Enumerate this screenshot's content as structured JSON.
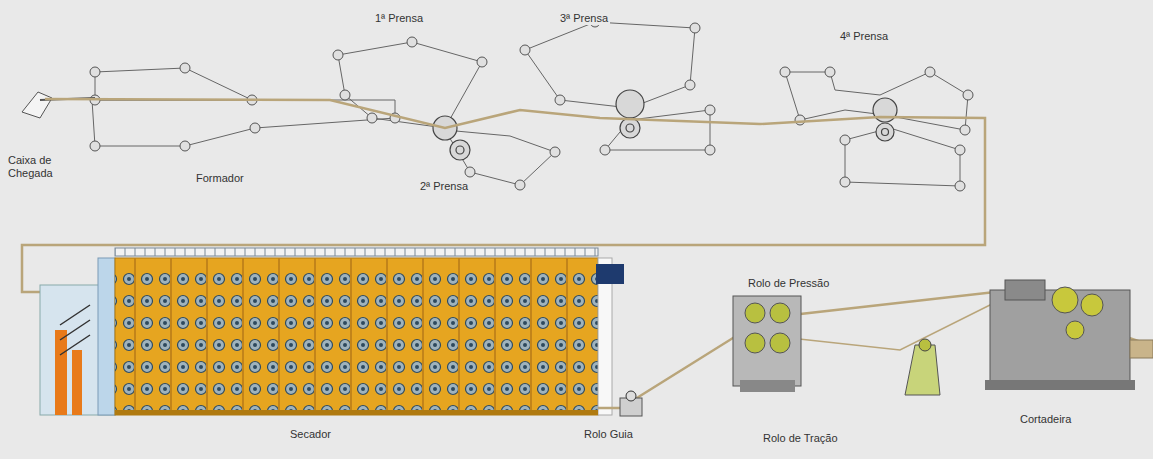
{
  "diagram": {
    "labels": [
      "1ª Prensa",
      "3ª Prensa",
      "4ª Prensa",
      "Caixa de Chegada",
      "Formador",
      "2ª Prensa",
      "Rolo de Pressão",
      "Secador",
      "Rolo Guia",
      "Rolo de Tração",
      "Cortadeira"
    ]
  }
}
